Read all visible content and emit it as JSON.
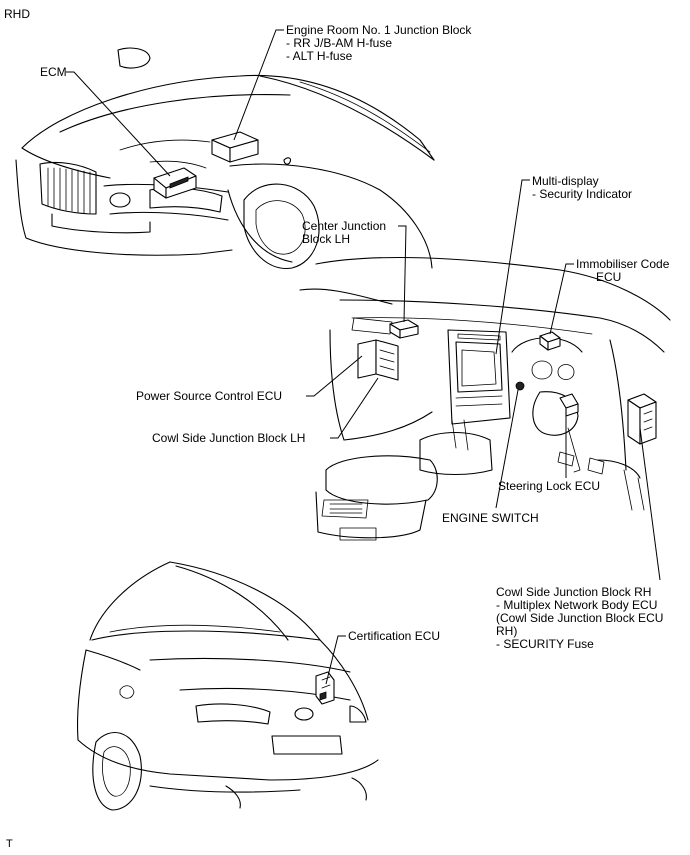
{
  "header": {
    "region": "RHD"
  },
  "footer": {
    "code": "T"
  },
  "labels": {
    "ecm": "ECM",
    "engine_room_jb": {
      "title": "Engine Room No. 1 Junction Block",
      "items": [
        "- RR J/B-AM H-fuse",
        "- ALT H-fuse"
      ]
    },
    "multi_display": {
      "title": "Multi-display",
      "items": [
        "- Security Indicator"
      ]
    },
    "center_jb_lh": {
      "lines": [
        "Center Junction",
        "Block LH"
      ]
    },
    "immobiliser": {
      "lines": [
        "Immobiliser Code",
        "ECU"
      ]
    },
    "power_source": "Power Source Control ECU",
    "cowl_side_lh": "Cowl Side Junction Block LH",
    "steering_lock": "Steering Lock ECU",
    "engine_switch": "ENGINE SWITCH",
    "cowl_side_rh": {
      "title": "Cowl Side Junction Block RH",
      "items": [
        "- Multiplex Network Body ECU",
        "(Cowl Side Junction Block ECU",
        "RH)",
        "- SECURITY Fuse"
      ]
    },
    "certification": "Certification ECU"
  },
  "colors": {
    "ink": "#000000",
    "paper": "#ffffff"
  }
}
